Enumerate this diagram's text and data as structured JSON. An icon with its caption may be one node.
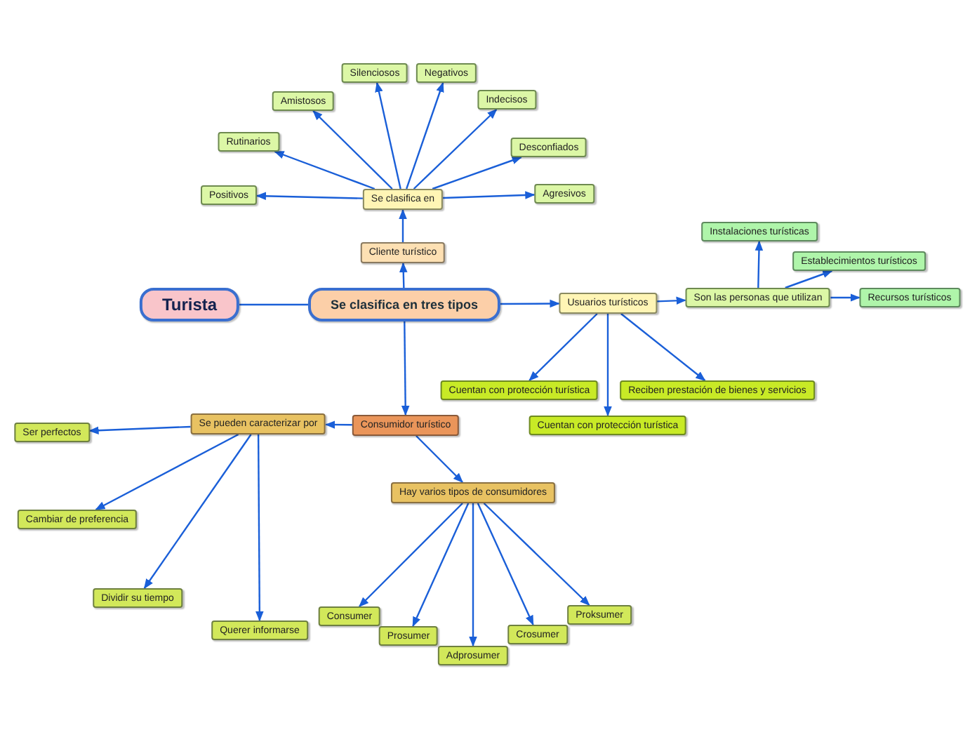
{
  "diagram": {
    "nodes": [
      {
        "text": [
          "Turista"
        ]
      },
      {
        "text": [
          "Se clasifica en tres tipos"
        ]
      },
      {
        "text": [
          "Cliente turístico"
        ]
      },
      {
        "text": [
          "Se clasifica en"
        ]
      },
      {
        "text": [
          "Positivos"
        ]
      },
      {
        "text": [
          "Rutinarios"
        ]
      },
      {
        "text": [
          "Amistosos"
        ]
      },
      {
        "text": [
          "Silenciosos"
        ]
      },
      {
        "text": [
          "Negativos"
        ]
      },
      {
        "text": [
          "Indecisos"
        ]
      },
      {
        "text": [
          "Desconfiados"
        ]
      },
      {
        "text": [
          "Agresivos"
        ]
      },
      {
        "text": [
          "Usuarios turísticos"
        ]
      },
      {
        "text": [
          "Son las personas que utilizan"
        ]
      },
      {
        "text": [
          "Instalaciones turísticas"
        ]
      },
      {
        "text": [
          "Establecimientos turísticos"
        ]
      },
      {
        "text": [
          "Recursos turísticos"
        ]
      },
      {
        "text": [
          "Cuentan con protección turística"
        ]
      },
      {
        "text": [
          "Cuentan con protección turística"
        ]
      },
      {
        "text": [
          "Reciben prestación de bienes y servicios"
        ]
      },
      {
        "text": [
          "Consumidor turístico"
        ]
      },
      {
        "text": [
          "Se pueden caracterizar por"
        ]
      },
      {
        "text": [
          "Ser perfectos"
        ]
      },
      {
        "text": [
          "Cambiar de preferencia"
        ]
      },
      {
        "text": [
          "Dividir su tiempo"
        ]
      },
      {
        "text": [
          "Querer informarse"
        ]
      },
      {
        "text": [
          "Hay varios tipos de consumidores"
        ]
      },
      {
        "text": [
          "Consumer"
        ]
      },
      {
        "text": [
          "Prosumer"
        ]
      },
      {
        "text": [
          "Adprosumer"
        ]
      },
      {
        "text": [
          "Crosumer"
        ]
      },
      {
        "text": [
          "Proksumer"
        ]
      }
    ],
    "edges": [
      {
        "from": 0,
        "to": 1,
        "arrow": "none"
      },
      {
        "from": 1,
        "to": 2,
        "arrow": "to"
      },
      {
        "from": 2,
        "to": 3,
        "arrow": "to"
      },
      {
        "from": 3,
        "to": 4,
        "arrow": "to"
      },
      {
        "from": 3,
        "to": 5,
        "arrow": "to"
      },
      {
        "from": 3,
        "to": 6,
        "arrow": "to"
      },
      {
        "from": 3,
        "to": 7,
        "arrow": "to"
      },
      {
        "from": 3,
        "to": 8,
        "arrow": "to"
      },
      {
        "from": 3,
        "to": 9,
        "arrow": "to"
      },
      {
        "from": 3,
        "to": 10,
        "arrow": "to"
      },
      {
        "from": 3,
        "to": 11,
        "arrow": "to"
      },
      {
        "from": 1,
        "to": 12,
        "arrow": "to"
      },
      {
        "from": 12,
        "to": 13,
        "arrow": "to"
      },
      {
        "from": 13,
        "to": 14,
        "arrow": "to"
      },
      {
        "from": 13,
        "to": 15,
        "arrow": "to"
      },
      {
        "from": 13,
        "to": 16,
        "arrow": "to"
      },
      {
        "from": 12,
        "to": 17,
        "arrow": "to"
      },
      {
        "from": 12,
        "to": 18,
        "arrow": "to"
      },
      {
        "from": 12,
        "to": 19,
        "arrow": "to"
      },
      {
        "from": 1,
        "to": 20,
        "arrow": "to"
      },
      {
        "from": 20,
        "to": 21,
        "arrow": "to"
      },
      {
        "from": 21,
        "to": 22,
        "arrow": "to"
      },
      {
        "from": 21,
        "to": 23,
        "arrow": "to"
      },
      {
        "from": 21,
        "to": 24,
        "arrow": "to"
      },
      {
        "from": 21,
        "to": 25,
        "arrow": "to"
      },
      {
        "from": 20,
        "to": 26,
        "arrow": "to"
      },
      {
        "from": 26,
        "to": 27,
        "arrow": "to"
      },
      {
        "from": 26,
        "to": 28,
        "arrow": "to"
      },
      {
        "from": 26,
        "to": 29,
        "arrow": "to"
      },
      {
        "from": 26,
        "to": 30,
        "arrow": "to"
      },
      {
        "from": 26,
        "to": 31,
        "arrow": "to"
      }
    ]
  }
}
